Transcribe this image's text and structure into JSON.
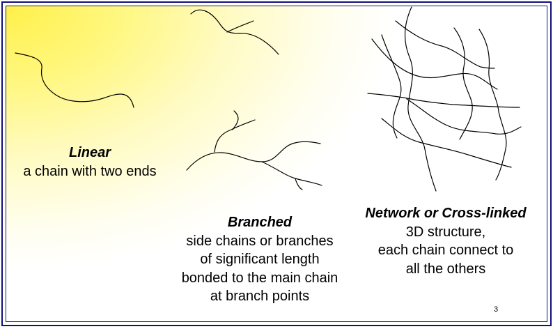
{
  "linear": {
    "title": "Linear",
    "lines": [
      "a chain with two ends"
    ]
  },
  "branched": {
    "title": "Branched",
    "lines": [
      "side chains or branches",
      "of significant length",
      "bonded to the main chain",
      "at branch points"
    ]
  },
  "network": {
    "title": "Network or Cross-linked",
    "lines": [
      "3D structure,",
      "each chain connect to",
      "all the others"
    ]
  },
  "page_number": "3",
  "colors": {
    "frame": "#10107a",
    "background_highlight": "#fff04a",
    "background": "#ffffff",
    "ink": "#000000"
  }
}
